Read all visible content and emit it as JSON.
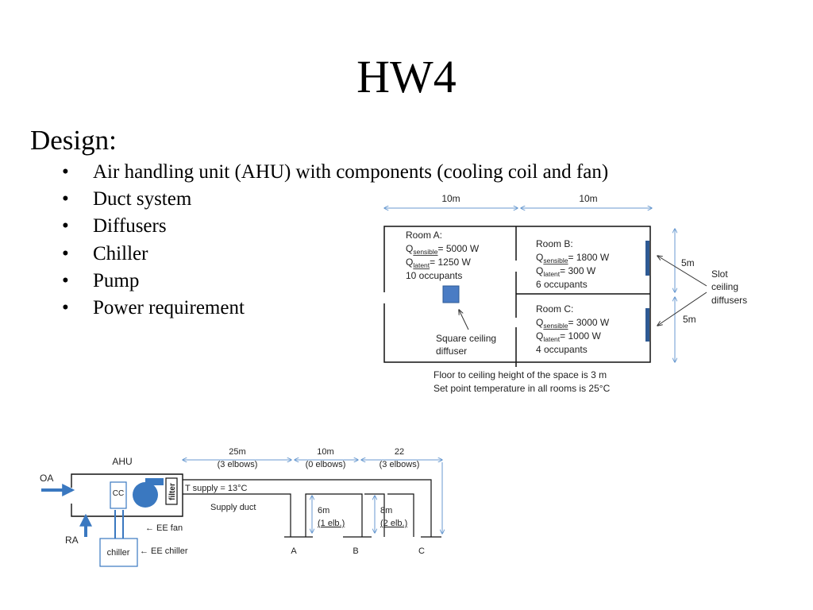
{
  "slide": {
    "title": "HW4",
    "heading": "Design:",
    "bullets": [
      "Air handling unit (AHU) with components (cooling coil and fan)",
      "Duct system",
      "Diffusers",
      "Chiller",
      "Pump",
      "Power requirement"
    ]
  },
  "floor_plan": {
    "dim_left": "10m",
    "dim_right": "10m",
    "dim_5m_top": "5m",
    "dim_5m_bottom": "5m",
    "room_a": {
      "name": "Room A:",
      "q": "Q",
      "sens_sub": "sensible",
      "sens_val": "= 5000 W",
      "lat_sub": "latent",
      "lat_val": "= 1250 W",
      "occ": "10 occupants"
    },
    "room_b": {
      "name": "Room B:",
      "q": "Q",
      "sens_sub": "sensible",
      "sens_val": "= 1800 W",
      "lat_sub": "latent",
      "lat_val": "= 300 W",
      "occ": "6 occupants"
    },
    "room_c": {
      "name": "Room C:",
      "q": "Q",
      "sens_sub": "sensible",
      "sens_val": "= 3000 W",
      "lat_sub": "latent",
      "lat_val": "= 1000 W",
      "occ": "4 occupants"
    },
    "square_diffuser_label": [
      "Square ceiling",
      "diffuser"
    ],
    "slot_diffuser_label": [
      "Slot",
      "ceiling",
      "diffusers"
    ],
    "note_1": "Floor to ceiling height of the space is 3 m",
    "note_2": "Set point temperature in all rooms is 25°C",
    "diffuser_color": "#4a7cc4"
  },
  "duct": {
    "ahu_label": "AHU",
    "oa_label": "OA",
    "ra_label": "RA",
    "cc_label": "CC",
    "filter_label": "filter",
    "ee_fan": "← EE fan",
    "chiller_label": "chiller",
    "ee_chiller": "← EE chiller",
    "t_supply": "T supply = 13°C",
    "supply_duct": "Supply duct",
    "seg1": [
      "25m",
      "(3 elbows)"
    ],
    "seg2": [
      "10m",
      "(0 elbows)"
    ],
    "seg3": [
      "22",
      "(3 elbows)"
    ],
    "drop1": [
      "6m",
      "(1 elb.)"
    ],
    "drop2": [
      "8m",
      "(2 elb.)"
    ],
    "outlet_a": "A",
    "outlet_b": "B",
    "outlet_c": "C",
    "arrow_color": "#3a78c0"
  }
}
